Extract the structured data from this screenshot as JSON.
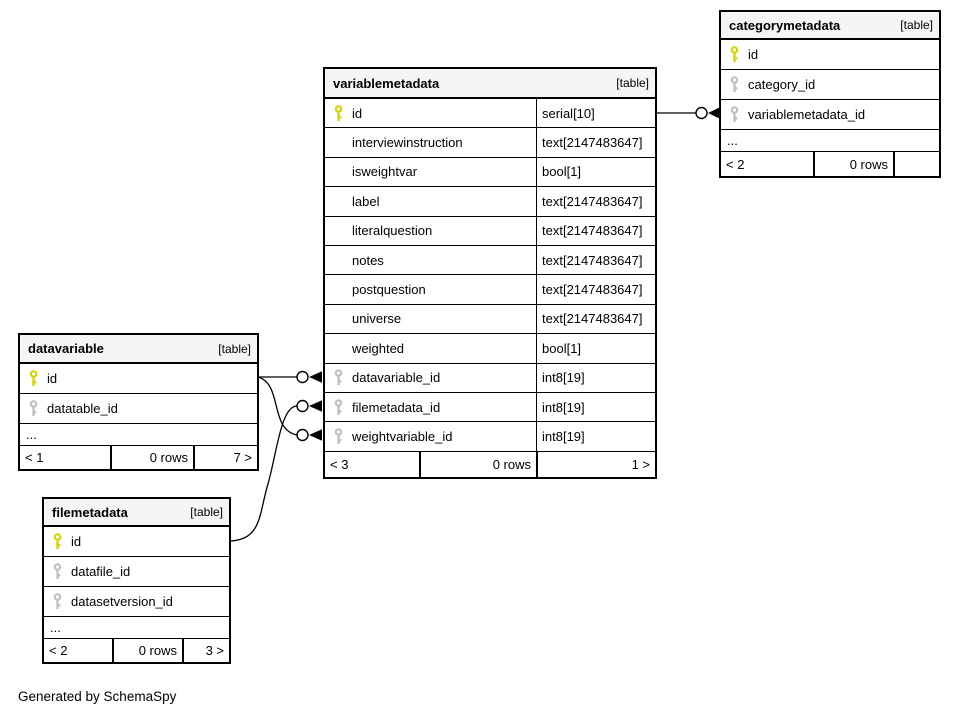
{
  "footer_note": "Generated by SchemaSpy",
  "colors": {
    "pk_key": "#d4d400",
    "fk_key": "#c0c0c0",
    "header_bg": "#f5f5f5",
    "border": "#000000"
  },
  "tables": [
    {
      "id": "variablemetadata",
      "name": "variablemetadata",
      "kind_label": "[table]",
      "has_types": true,
      "columns": [
        {
          "icon": "pk",
          "name": "id",
          "type": "serial[10]"
        },
        {
          "icon": null,
          "name": "interviewinstruction",
          "type": "text[2147483647]"
        },
        {
          "icon": null,
          "name": "isweightvar",
          "type": "bool[1]"
        },
        {
          "icon": null,
          "name": "label",
          "type": "text[2147483647]"
        },
        {
          "icon": null,
          "name": "literalquestion",
          "type": "text[2147483647]"
        },
        {
          "icon": null,
          "name": "notes",
          "type": "text[2147483647]"
        },
        {
          "icon": null,
          "name": "postquestion",
          "type": "text[2147483647]"
        },
        {
          "icon": null,
          "name": "universe",
          "type": "text[2147483647]"
        },
        {
          "icon": null,
          "name": "weighted",
          "type": "bool[1]"
        },
        {
          "icon": "fk",
          "name": "datavariable_id",
          "type": "int8[19]"
        },
        {
          "icon": "fk",
          "name": "filemetadata_id",
          "type": "int8[19]"
        },
        {
          "icon": "fk",
          "name": "weightvariable_id",
          "type": "int8[19]"
        }
      ],
      "ellipsis": null,
      "footer": {
        "left": "< 3",
        "middle": "0 rows",
        "right": "1 >"
      }
    },
    {
      "id": "categorymetadata",
      "name": "categorymetadata",
      "kind_label": "[table]",
      "has_types": false,
      "columns": [
        {
          "icon": "pk",
          "name": "id",
          "type": null
        },
        {
          "icon": "fk",
          "name": "category_id",
          "type": null
        },
        {
          "icon": "fk",
          "name": "variablemetadata_id",
          "type": null
        }
      ],
      "ellipsis": "...",
      "footer": {
        "left": "< 2",
        "middle": "0 rows",
        "right": ""
      }
    },
    {
      "id": "datavariable",
      "name": "datavariable",
      "kind_label": "[table]",
      "has_types": false,
      "columns": [
        {
          "icon": "pk",
          "name": "id",
          "type": null
        },
        {
          "icon": "fk",
          "name": "datatable_id",
          "type": null
        }
      ],
      "ellipsis": "...",
      "footer": {
        "left": "< 1",
        "middle": "0 rows",
        "right": "7 >"
      }
    },
    {
      "id": "filemetadata",
      "name": "filemetadata",
      "kind_label": "[table]",
      "has_types": false,
      "columns": [
        {
          "icon": "pk",
          "name": "id",
          "type": null
        },
        {
          "icon": "fk",
          "name": "datafile_id",
          "type": null
        },
        {
          "icon": "fk",
          "name": "datasetversion_id",
          "type": null
        }
      ],
      "ellipsis": "...",
      "footer": {
        "left": "< 2",
        "middle": "0 rows",
        "right": "3 >"
      }
    }
  ],
  "relationships": [
    {
      "from": "variablemetadata.id",
      "to": "categorymetadata.variablemetadata_id"
    },
    {
      "from": "datavariable.id",
      "to": "variablemetadata.datavariable_id"
    },
    {
      "from": "datavariable.id",
      "to": "variablemetadata.weightvariable_id"
    },
    {
      "from": "filemetadata.id",
      "to": "variablemetadata.filemetadata_id"
    }
  ]
}
